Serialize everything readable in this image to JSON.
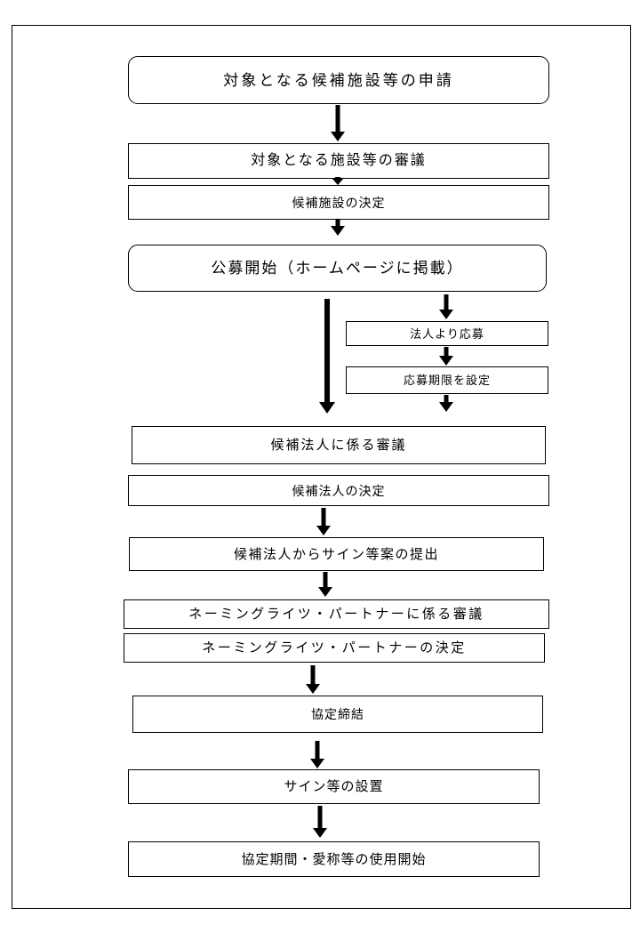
{
  "flowchart": {
    "main_steps": [
      {
        "label": "対象となる候補施設等の申請"
      },
      {
        "label": "対象となる施設等の審議"
      },
      {
        "label": "候補施設の決定"
      },
      {
        "label": "公募開始（ホームページに掲載）"
      },
      {
        "label": "候補法人に係る審議"
      },
      {
        "label": "候補法人の決定"
      },
      {
        "label": "候補法人からサイン等案の提出"
      },
      {
        "label": "ネーミングライツ・パートナーに係る審議"
      },
      {
        "label": "ネーミングライツ・パートナーの決定"
      },
      {
        "label": "協定締結"
      },
      {
        "label": "サイン等の設置"
      },
      {
        "label": "協定期間・愛称等の使用開始"
      }
    ],
    "side_steps": [
      {
        "label": "法人より応募"
      },
      {
        "label": "応募期限を設定"
      }
    ]
  },
  "colors": {
    "line": "#000000",
    "text": "#000000",
    "background": "#ffffff"
  }
}
